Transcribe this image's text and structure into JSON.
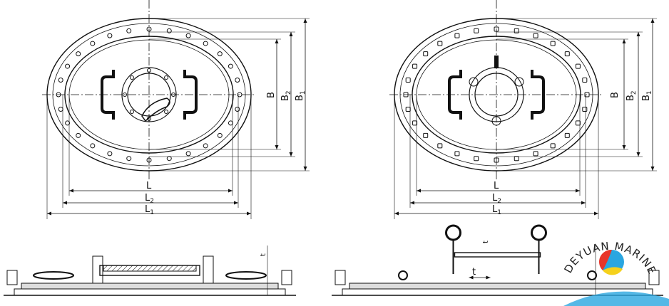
{
  "drawing": {
    "views": [
      {
        "id": "left-plan",
        "labels": {
          "L": "L",
          "L2": "L",
          "L2_sub": "2",
          "L1": "L",
          "L1_sub": "1",
          "B": "B",
          "B2": "B",
          "B2_sub": "2",
          "B1": "B",
          "B1_sub": "1"
        }
      },
      {
        "id": "right-plan",
        "labels": {
          "L": "L",
          "L2": "L",
          "L2_sub": "2",
          "L1": "L",
          "L1_sub": "1",
          "B": "B",
          "B2": "B",
          "B2_sub": "2",
          "B1": "B",
          "B1_sub": "1"
        }
      }
    ],
    "sections": {
      "t_label": "t",
      "t_vertical_label": "t"
    }
  },
  "logo": {
    "text": "DEYUAN MARINE",
    "colors": {
      "red": "#e8352a",
      "yellow": "#f5d11c",
      "blue": "#2aa6e0"
    }
  },
  "colors": {
    "line": "#111111",
    "background": "#ffffff"
  }
}
